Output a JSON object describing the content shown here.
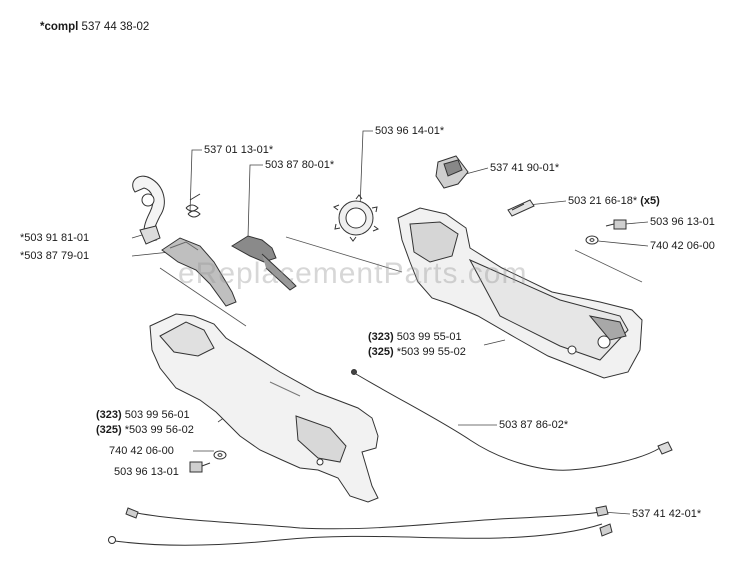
{
  "header": {
    "prefix": "*compl",
    "number": "537 44 38-02"
  },
  "watermark": "eReplacementParts.com",
  "parts": {
    "p1": {
      "text": "537 01 13-01*"
    },
    "p2": {
      "text": "503 87 80-01*"
    },
    "p3": {
      "text": "503 96 14-01*"
    },
    "p4": {
      "text": "537 41 90-01*"
    },
    "p5": {
      "text": "503 21 66-18*",
      "suffix": "(x5)"
    },
    "p6": {
      "text": "503 96 13-01"
    },
    "p7": {
      "text": "740 42 06-00"
    },
    "p8": {
      "text": "*503 91 81-01"
    },
    "p9": {
      "text": "*503 87 79-01"
    },
    "p10": {
      "ref": "(323)",
      "text": "503 99 55-01"
    },
    "p11": {
      "ref": "(325)",
      "text": "*503 99 55-02"
    },
    "p12": {
      "ref": "(323)",
      "text": "503 99 56-01"
    },
    "p13": {
      "ref": "(325)",
      "text": "*503 99 56-02"
    },
    "p14": {
      "text": "740 42 06-00"
    },
    "p15": {
      "text": "503 96 13-01"
    },
    "p16": {
      "text": "503 87 86-02*"
    },
    "p17": {
      "text": "537 41 42-01*"
    }
  }
}
